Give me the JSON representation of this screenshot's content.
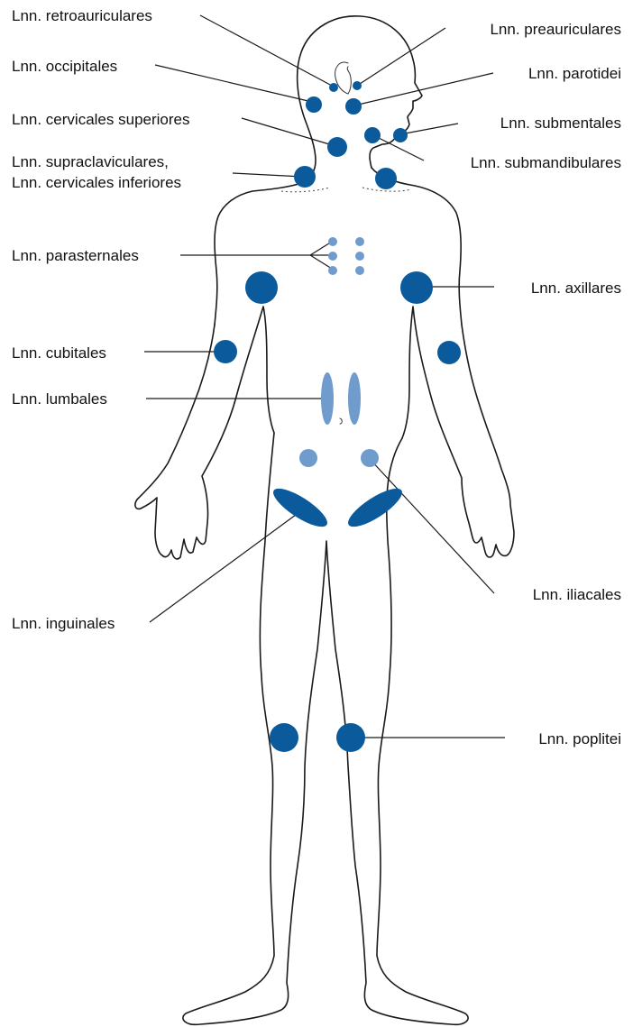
{
  "colors": {
    "node_dark": "#0a5a9c",
    "node_light": "#6f9ccc",
    "outline": "#1a1a1a",
    "leader": "#1a1a1a",
    "text": "#111111"
  },
  "labels": {
    "retroauricular": "Lnn. retroauriculares",
    "occipital": "Lnn. occipitales",
    "cervical_sup": "Lnn. cervicales superiores",
    "supraclav_1": "Lnn. supraclaviculares,",
    "supraclav_2": "Lnn. cervicales inferiores",
    "parasternal": "Lnn. parasternales",
    "cubital": "Lnn. cubitales",
    "lumbal": "Lnn. lumbales",
    "inguinal": "Lnn. inguinales",
    "preauricular": "Lnn. preauriculares",
    "parotid": "Lnn. parotidei",
    "submental": "Lnn. submentales",
    "submandibular": "Lnn. submandibulares",
    "axillar": "Lnn. axillares",
    "iliac": "Lnn. iliacales",
    "popliteal": "Lnn. poplitei"
  }
}
